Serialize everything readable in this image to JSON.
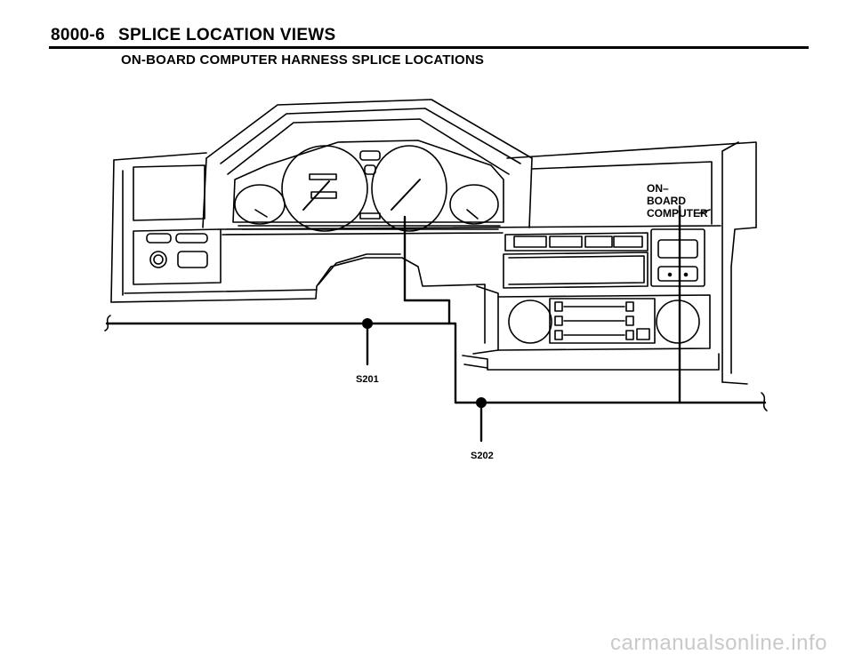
{
  "header": {
    "page_number": "8000-6",
    "section_title": "SPLICE LOCATION VIEWS",
    "subtitle": "ON-BOARD COMPUTER HARNESS SPLICE LOCATIONS"
  },
  "diagram": {
    "component_label": [
      "ON–",
      "BOARD",
      "COMPUTER"
    ],
    "splices": [
      "S201",
      "S202"
    ]
  },
  "watermark": "carmanualsonline.info"
}
